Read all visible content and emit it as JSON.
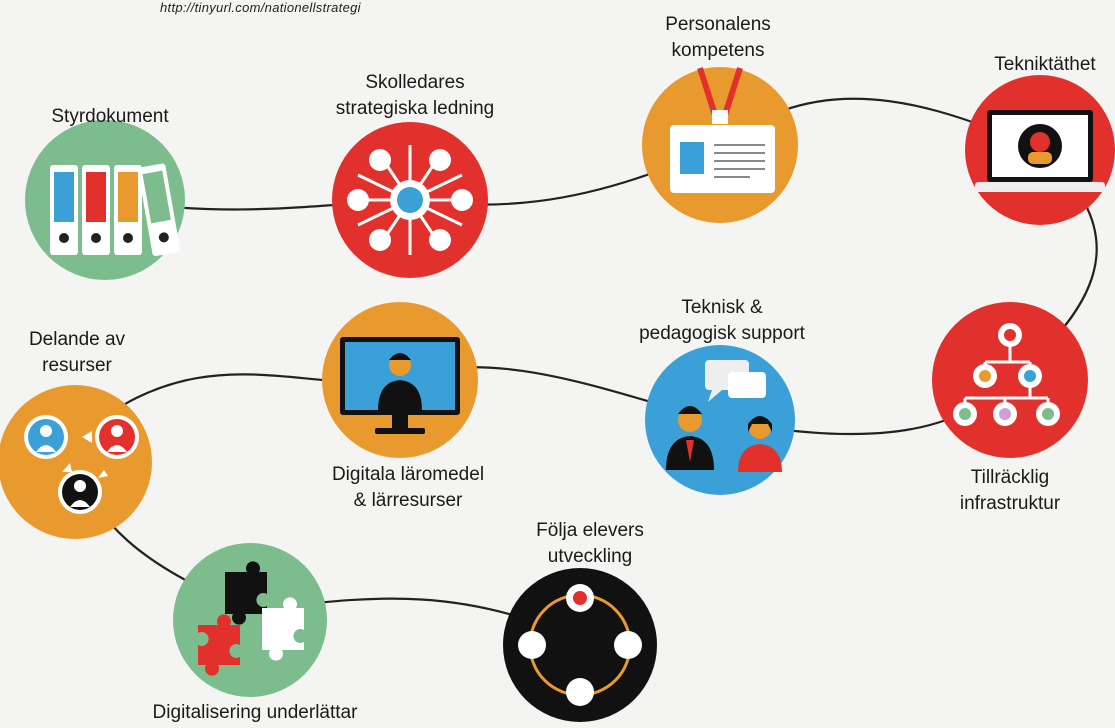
{
  "url": "http://tinyurl.com/nationellstrategi",
  "colors": {
    "green": "#7dbd8d",
    "red": "#e2302c",
    "orange": "#e99a2e",
    "blue": "#3aa0d7",
    "black": "#111111",
    "connector": "#222222"
  },
  "nodes": [
    {
      "id": "styrdokument",
      "label_lines": [
        "Styrdokument"
      ],
      "color": "green",
      "icon": "binders-icon"
    },
    {
      "id": "skolledares",
      "label_lines": [
        "Skolledares",
        "strategiska ledning"
      ],
      "color": "red",
      "icon": "network-hub-icon"
    },
    {
      "id": "personalens",
      "label_lines": [
        "Personalens",
        "kompetens"
      ],
      "color": "orange",
      "icon": "id-badge-icon"
    },
    {
      "id": "tekniktathet",
      "label_lines": [
        "Tekniktäthet"
      ],
      "color": "red",
      "icon": "laptop-video-icon"
    },
    {
      "id": "infrastruktur",
      "label_lines": [
        "Tillräcklig",
        "infrastruktur"
      ],
      "color": "red",
      "icon": "hierarchy-icon"
    },
    {
      "id": "support",
      "label_lines": [
        "Teknisk &",
        "pedagogisk support"
      ],
      "color": "blue",
      "icon": "support-people-icon"
    },
    {
      "id": "laromedel",
      "label_lines": [
        "Digitala läromedel",
        "& lärresurser"
      ],
      "color": "orange",
      "icon": "monitor-teacher-icon"
    },
    {
      "id": "delande",
      "label_lines": [
        "Delande av",
        "resurser"
      ],
      "color": "orange",
      "icon": "share-users-icon"
    },
    {
      "id": "digitalisering",
      "label_lines": [
        "Digitalisering underlättar"
      ],
      "color": "green",
      "icon": "puzzle-icon"
    },
    {
      "id": "folja",
      "label_lines": [
        "Följa elevers",
        "utveckling"
      ],
      "color": "black",
      "icon": "cycle-icon"
    }
  ]
}
